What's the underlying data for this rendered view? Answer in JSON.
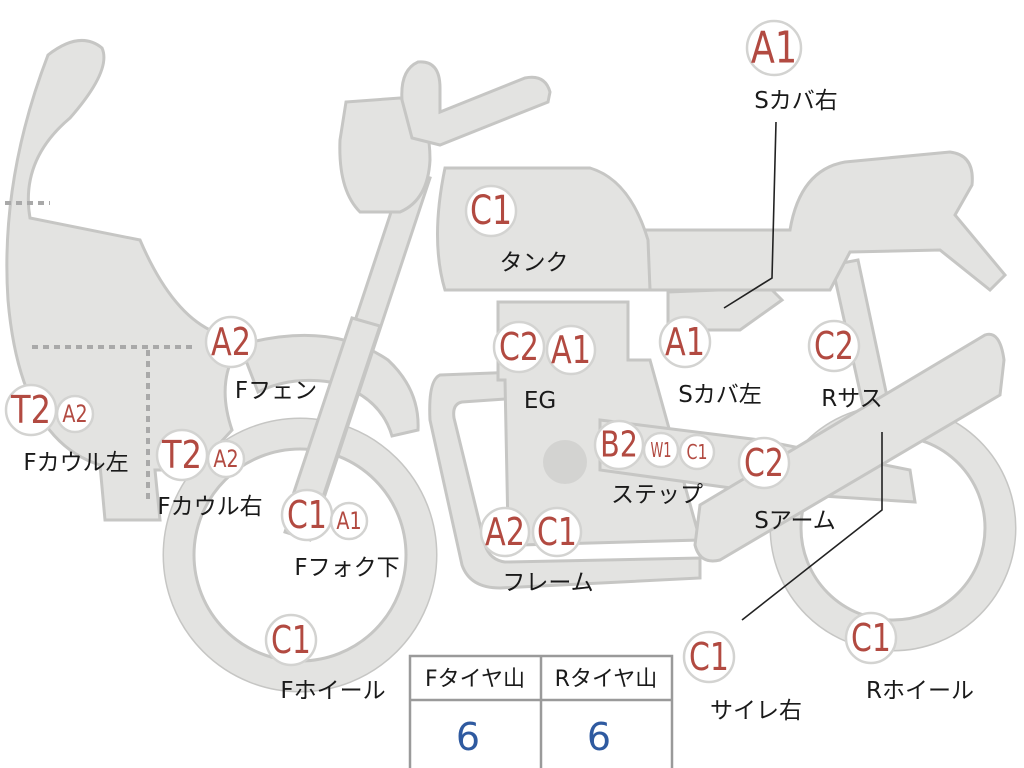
{
  "parts": [
    {
      "id": "s-cover-right",
      "label": "Sカバ右",
      "badges": [
        "A1"
      ]
    },
    {
      "id": "tank",
      "label": "タンク",
      "badges": [
        "C1"
      ]
    },
    {
      "id": "engine",
      "label": "EG",
      "badges": [
        "C2",
        "A1"
      ]
    },
    {
      "id": "s-cover-left",
      "label": "Sカバ左",
      "badges": [
        "A1"
      ]
    },
    {
      "id": "rear-suspension",
      "label": "Rサス",
      "badges": [
        "C2"
      ]
    },
    {
      "id": "front-fender",
      "label": "Fフェン",
      "badges": [
        "A2"
      ]
    },
    {
      "id": "front-cowl-left",
      "label": "Fカウル左",
      "badges": [
        "T2",
        "A2"
      ]
    },
    {
      "id": "front-cowl-right",
      "label": "Fカウル右",
      "badges": [
        "T2",
        "A2"
      ]
    },
    {
      "id": "step",
      "label": "ステップ",
      "badges": [
        "B2",
        "W1",
        "C1"
      ]
    },
    {
      "id": "swing-arm",
      "label": "Sアーム",
      "badges": [
        "C2"
      ]
    },
    {
      "id": "front-fork-lower",
      "label": "Fフォク下",
      "badges": [
        "C1",
        "A1"
      ]
    },
    {
      "id": "frame",
      "label": "フレーム",
      "badges": [
        "A2",
        "C1"
      ]
    },
    {
      "id": "front-wheel",
      "label": "Fホイール",
      "badges": [
        "C1"
      ]
    },
    {
      "id": "muffler-right",
      "label": "サイレ右",
      "badges": [
        "C1"
      ]
    },
    {
      "id": "rear-wheel",
      "label": "Rホイール",
      "badges": [
        "C1"
      ]
    }
  ],
  "tire_table": {
    "headers": [
      "Fタイヤ山",
      "Rタイヤ山"
    ],
    "values": [
      "6",
      "6"
    ]
  }
}
